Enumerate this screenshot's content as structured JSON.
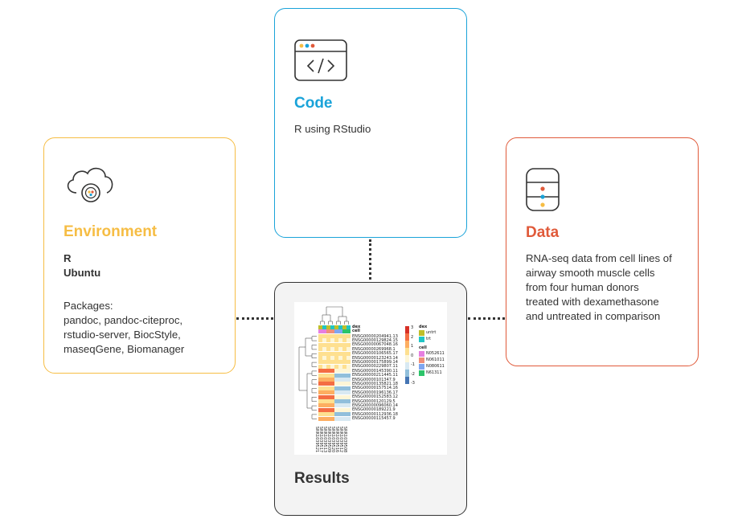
{
  "environment": {
    "title": "Environment",
    "bold_lines": [
      "R",
      "Ubuntu"
    ],
    "packages_label": "Packages:",
    "package_lines": [
      "pandoc, pandoc-citeproc,",
      "rstudio-server, BiocStyle,",
      "maseqGene, Biomanager"
    ],
    "icon": "cloud-gear-icon",
    "color": "#f6bd44"
  },
  "code": {
    "title": "Code",
    "text": "R using RStudio",
    "icon": "code-window-icon",
    "color": "#1aa3d9"
  },
  "data": {
    "title": "Data",
    "text_lines": [
      "RNA-seq data from cell lines of",
      "airway smooth muscle cells",
      "from four human donors",
      "treated with dexamethasone",
      "and untreated in comparison"
    ],
    "icon": "database-icon",
    "color": "#e05a3a"
  },
  "results": {
    "title": "Results",
    "heatmap": {
      "annotation_labels": [
        "dex",
        "cell"
      ],
      "gene_labels": [
        "ENSG00000204941.13",
        "ENSG00000129824.15",
        "ENSG00000067048.16",
        "ENSG00000269968.1",
        "ENSG00000106565.17",
        "ENSG00000123243.14",
        "ENSG00000175899.14",
        "ENSG00000229807.11",
        "ENSG00000145390.11",
        "ENSG00000211445.11",
        "ENSG00000101347.9",
        "ENSG00000135821.18",
        "ENSG00000157514.16",
        "ENSG00000196136.17",
        "ENSG00000152583.12",
        "ENSG00000120129.5",
        "ENSG00000096060.14",
        "ENSG00000189221.9",
        "ENSG00000112936.18",
        "ENSG00000115457.9"
      ],
      "sample_labels": [
        "SRR1039521",
        "SRR1039517",
        "SRR1039513",
        "SRR1039509",
        "SRR1039520",
        "SRR1039516",
        "SRR1039512",
        "SRR1039508"
      ],
      "scale_ticks": [
        "3",
        "2",
        "1",
        "0",
        "-1",
        "-2",
        "-3"
      ],
      "legend_dex_title": "dex",
      "legend_dex": [
        "untrt",
        "trt"
      ],
      "legend_cell_title": "cell",
      "legend_cell": [
        "N052611",
        "N061011",
        "N080611",
        "N61311"
      ]
    }
  }
}
